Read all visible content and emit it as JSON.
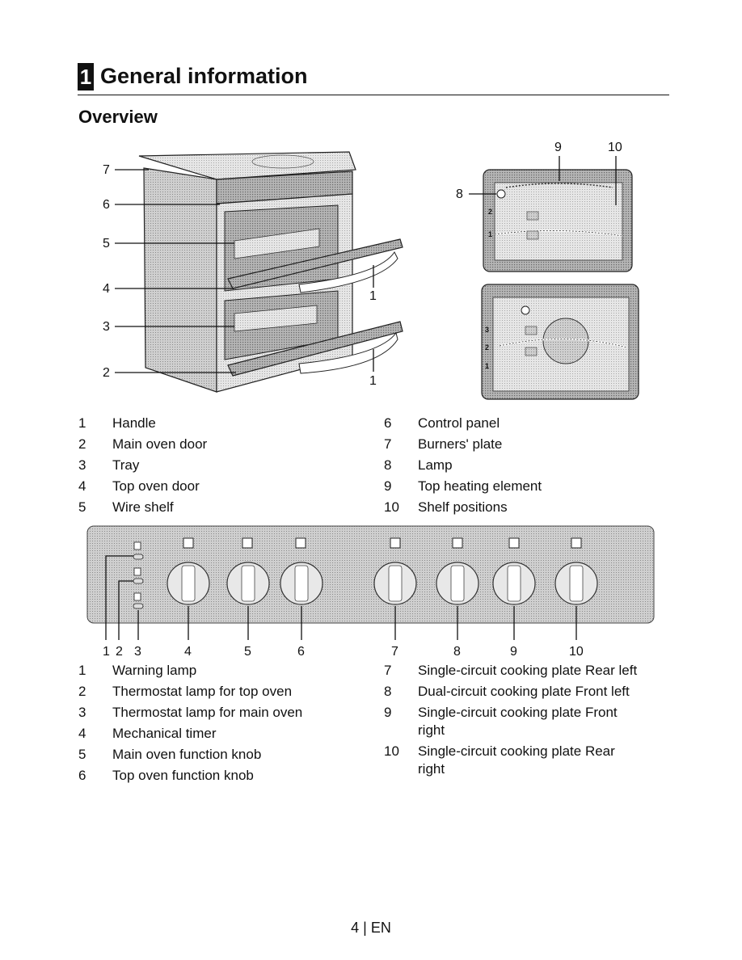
{
  "header": {
    "chapter_number": "1",
    "chapter_title": "General information",
    "section_title": "Overview"
  },
  "overview_figure": {
    "callouts": [
      "7",
      "6",
      "5",
      "4",
      "3",
      "2",
      "1",
      "1"
    ],
    "detail_callouts": [
      "9",
      "10",
      "8"
    ],
    "shelf_marks_upper": [
      "2",
      "1"
    ],
    "shelf_marks_lower": [
      "3",
      "2",
      "1"
    ]
  },
  "legend_top": {
    "left": [
      {
        "num": "1",
        "label": "Handle"
      },
      {
        "num": "2",
        "label": "Main oven door"
      },
      {
        "num": "3",
        "label": "Tray"
      },
      {
        "num": "4",
        "label": "Top oven door"
      },
      {
        "num": "5",
        "label": "Wire shelf"
      }
    ],
    "right": [
      {
        "num": "6",
        "label": "Control panel"
      },
      {
        "num": "7",
        "label": "Burners' plate"
      },
      {
        "num": "8",
        "label": "Lamp"
      },
      {
        "num": "9",
        "label": "Top heating element"
      },
      {
        "num": "10",
        "label": "Shelf positions"
      }
    ]
  },
  "panel_figure": {
    "callouts": [
      "1",
      "2",
      "3",
      "4",
      "5",
      "6",
      "7",
      "8",
      "9",
      "10"
    ]
  },
  "legend_bottom": {
    "left": [
      {
        "num": "1",
        "label": "Warning lamp"
      },
      {
        "num": "2",
        "label": "Thermostat lamp for top oven"
      },
      {
        "num": "3",
        "label": "Thermostat lamp for main oven"
      },
      {
        "num": "4",
        "label": "Mechanical timer"
      },
      {
        "num": "5",
        "label": "Main oven function knob"
      },
      {
        "num": "6",
        "label": "Top oven function knob"
      }
    ],
    "right": [
      {
        "num": "7",
        "label": "Single-circuit cooking plate Rear left"
      },
      {
        "num": "8",
        "label": "Dual-circuit cooking plate Front left"
      },
      {
        "num": "9",
        "label": "Single-circuit cooking plate Front",
        "label_cont": "right"
      },
      {
        "num": "10",
        "label": "Single-circuit cooking plate Rear",
        "label_cont": "right"
      }
    ]
  },
  "footer": {
    "page_number": "4 | EN"
  }
}
